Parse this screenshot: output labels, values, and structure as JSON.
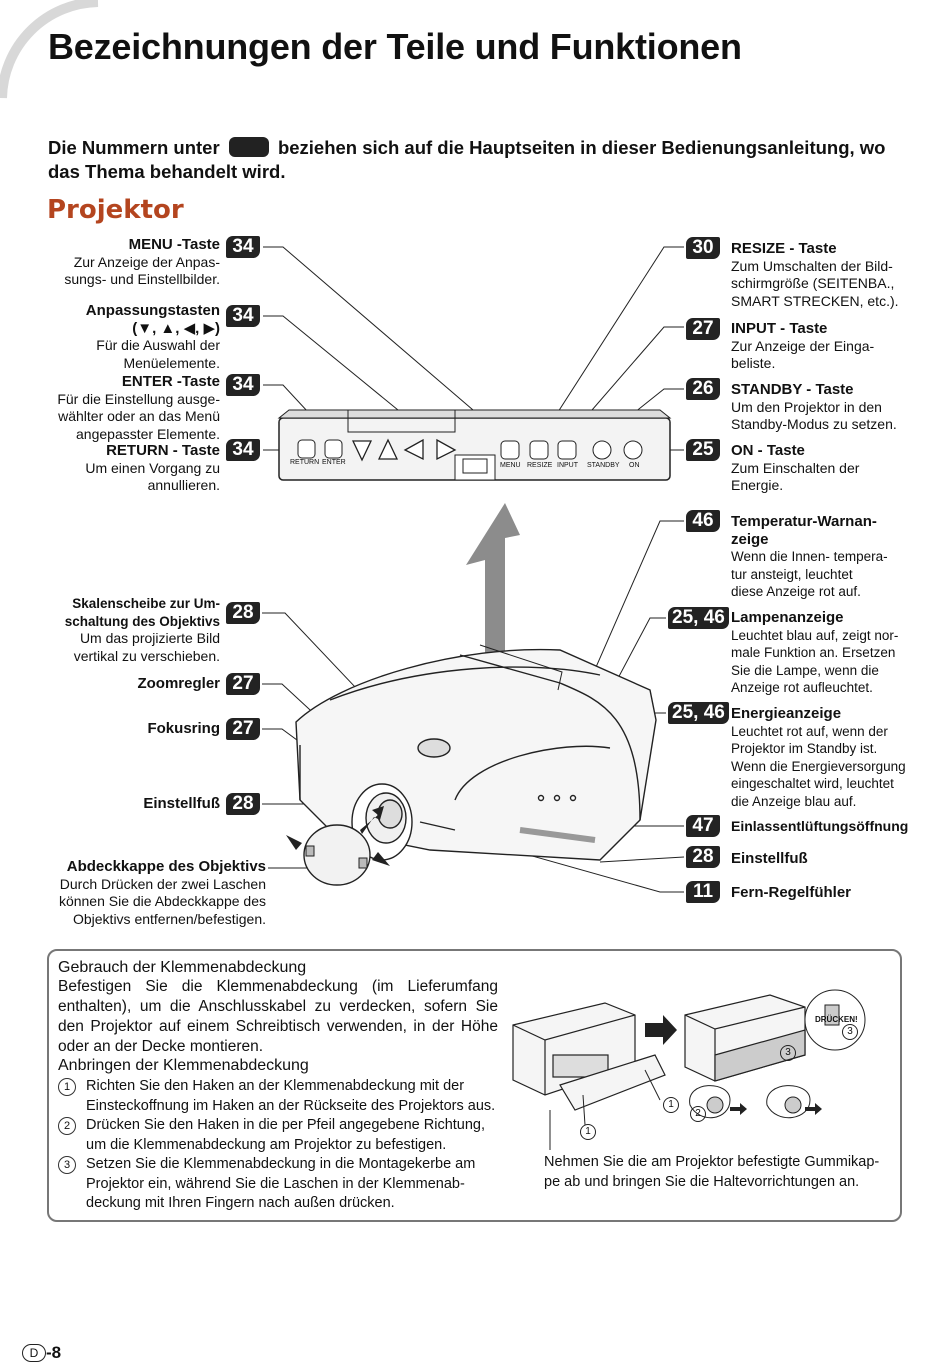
{
  "title": "Bezeichnungen der Teile und Funktionen",
  "intro": {
    "before_badge": "Die Nummern unter",
    "after_badge": "beziehen sich auf die Hauptseiten in dieser Bedienungsanleitung, wo das Thema behandelt wird."
  },
  "section": "Projektor",
  "left_labels": [
    {
      "title": "MENU -Taste",
      "desc": "Zur Anzeige der Anpas-\nsungs- und Einstellbilder.",
      "page": "34"
    },
    {
      "title": "Anpassungstasten\n(▼, ▲, ◀, ▶)",
      "desc": "Für die Auswahl der\nMenüelemente.",
      "page": "34"
    },
    {
      "title": "ENTER -Taste",
      "desc": "Für die Einstellung ausge-\nwählter oder an das Menü\nangepasster Elemente.",
      "page": "34"
    },
    {
      "title": "RETURN - Taste",
      "desc": "Um einen Vorgang zu\nannullieren.",
      "page": "34"
    },
    {
      "title": "Skalenscheibe zur Um-\nschaltung des Objektivs",
      "desc": "Um das projizierte Bild\nvertikal zu verschieben.",
      "page": "28"
    },
    {
      "title": "Zoomregler",
      "desc": "",
      "page": "27"
    },
    {
      "title": "Fokusring",
      "desc": "",
      "page": "27"
    },
    {
      "title": "Einstellfuß",
      "desc": "",
      "page": "28"
    },
    {
      "title": "Abdeckkappe des Objektivs",
      "desc": "Durch Drücken der zwei Laschen\nkönnen Sie die Abdeckkappe des\nObjektivs entfernen/befestigen.",
      "page": ""
    }
  ],
  "right_labels": [
    {
      "title": "RESIZE - Taste",
      "desc": "Zum Umschalten der Bild-\nschirmgröße (SEITENBA.,\nSMART STRECKEN, etc.).",
      "page": "30"
    },
    {
      "title": "INPUT - Taste",
      "desc": "Zur Anzeige der Einga-\nbeliste.",
      "page": "27"
    },
    {
      "title": "STANDBY - Taste",
      "desc": "Um den Projektor in den\nStandby-Modus zu setzen.",
      "page": "26"
    },
    {
      "title": "ON - Taste",
      "desc": "Zum Einschalten der\nEnergie.",
      "page": "25"
    },
    {
      "title": "Temperatur-Warnan-\nzeige",
      "desc": "Wenn die Innen- tempera-\ntur ansteigt, leuchtet\ndiese Anzeige rot auf.",
      "page": "46"
    },
    {
      "title": "Lampenanzeige",
      "desc": "Leuchtet blau auf, zeigt nor-\nmale Funktion an. Ersetzen\nSie die Lampe, wenn die\nAnzeige rot aufleuchtet.",
      "page": "25, 46"
    },
    {
      "title": "Energieanzeige",
      "desc": "Leuchtet rot auf, wenn der\nProjektor im Standby ist.\nWenn die Energieversorgung\neingeschaltet wird, leuchtet\ndie Anzeige blau auf.",
      "page": "25, 46"
    },
    {
      "title": "Einlassentlüftungsöffnung",
      "desc": "",
      "page": "47"
    },
    {
      "title": "Einstellfuß",
      "desc": "",
      "page": "28"
    },
    {
      "title": "Fern-Regelfühler",
      "desc": "",
      "page": "11"
    }
  ],
  "panel_buttons": [
    "RETURN",
    "ENTER",
    "MENU",
    "RESIZE",
    "INPUT",
    "STANDBY",
    "ON"
  ],
  "box": {
    "heading1": "Gebrauch der Klemmenabdeckung",
    "para": "Befestigen Sie die Klemmenabdeckung (im Lieferumfang enthalten), um die Anschlusskabel zu verdecken, sofern Sie den Projektor auf einem Schreibtisch verwenden, in der Höhe oder an der Decke montieren.",
    "heading2": "Anbringen der Klemmenabdeckung",
    "steps": [
      {
        "num": "1",
        "text": "Richten Sie den Haken an der Klemmenabdeckung mit der Einsteckoffnung im Haken an der Rückseite des Projektors aus."
      },
      {
        "num": "2",
        "text": "Drücken Sie den Haken in die per Pfeil angegebene Richtung, um die Klemmenabdeckung am Projektor zu befestigen."
      },
      {
        "num": "3",
        "text": "Setzen Sie die Klemmenabdeckung in die Montagekerbe am Projektor ein, während Sie die Laschen in der Klemmenab-deckung mit Ihren Fingern nach außen drücken."
      }
    ],
    "caption": "Nehmen Sie die am Projektor befestigte Gummikap-\npe ab und bringen Sie die Haltevorrichtungen an.",
    "press_label": "DRÜCKEN!",
    "marker1": "1",
    "marker2": "2",
    "marker3": "3"
  },
  "footer": {
    "letter": "D",
    "page": "-8"
  }
}
